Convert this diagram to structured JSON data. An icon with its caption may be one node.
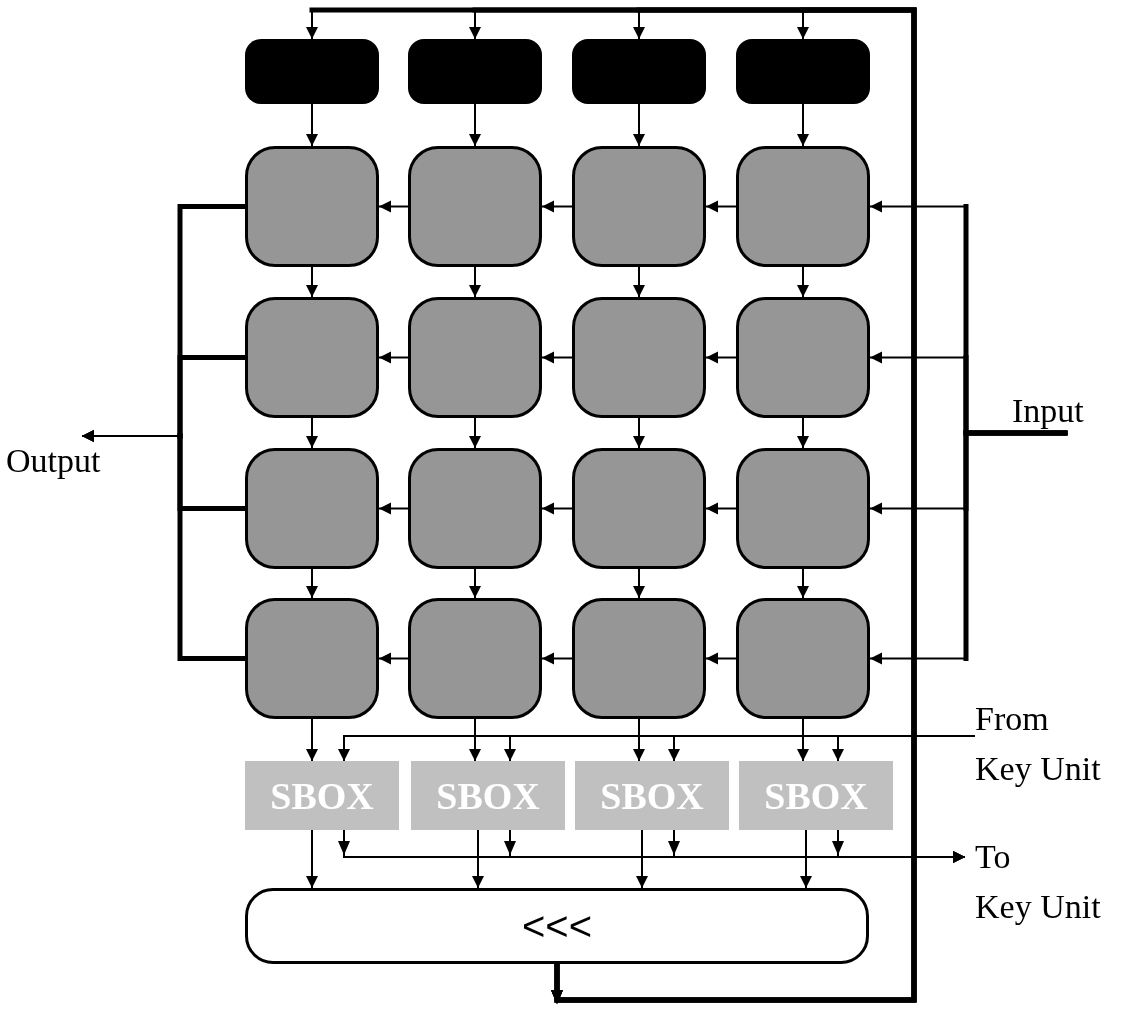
{
  "diagram": {
    "nodes": [
      {
        "text": [],
        "shape": "box"
      },
      {
        "text": [],
        "shape": "box"
      },
      {
        "text": [],
        "shape": "box"
      },
      {
        "text": [],
        "shape": "box"
      },
      {
        "text": [],
        "shape": "box"
      },
      {
        "text": [],
        "shape": "box"
      },
      {
        "text": [],
        "shape": "box"
      },
      {
        "text": [],
        "shape": "box"
      },
      {
        "text": [],
        "shape": "box"
      },
      {
        "text": [],
        "shape": "box"
      },
      {
        "text": [],
        "shape": "box"
      },
      {
        "text": [],
        "shape": "box"
      },
      {
        "text": [],
        "shape": "box"
      },
      {
        "text": [],
        "shape": "box"
      },
      {
        "text": [],
        "shape": "box"
      },
      {
        "text": [],
        "shape": "box"
      },
      {
        "text": [],
        "shape": "box"
      },
      {
        "text": [],
        "shape": "box"
      },
      {
        "text": [],
        "shape": "box"
      },
      {
        "text": [],
        "shape": "box"
      },
      {
        "text": [
          "Input"
        ]
      },
      {
        "text": [
          "Output"
        ]
      },
      {
        "text": [
          "From Key Unit"
        ]
      },
      {
        "text": [
          "SBOX"
        ]
      },
      {
        "text": [
          "SBOX"
        ]
      },
      {
        "text": [
          "SBOX"
        ]
      },
      {
        "text": [
          "SBOX"
        ]
      },
      {
        "text": [
          "To Key Unit"
        ]
      },
      {
        "text": [
          "<<<"
        ]
      }
    ],
    "edges": [
      {
        "from": 28,
        "to": 0,
        "arrow": "to",
        "style": "thick"
      },
      {
        "from": 28,
        "to": 1,
        "arrow": "to",
        "style": "thick"
      },
      {
        "from": 28,
        "to": 2,
        "arrow": "to",
        "style": "thick"
      },
      {
        "from": 28,
        "to": 3,
        "arrow": "to",
        "style": "thick"
      },
      {
        "from": 0,
        "to": 4,
        "arrow": "to"
      },
      {
        "from": 1,
        "to": 5,
        "arrow": "to"
      },
      {
        "from": 2,
        "to": 6,
        "arrow": "to"
      },
      {
        "from": 3,
        "to": 7,
        "arrow": "to"
      },
      {
        "from": 20,
        "to": 7,
        "arrow": "to",
        "style": "thick"
      },
      {
        "from": 7,
        "to": 6,
        "arrow": "to"
      },
      {
        "from": 6,
        "to": 5,
        "arrow": "to"
      },
      {
        "from": 5,
        "to": 4,
        "arrow": "to"
      },
      {
        "from": 4,
        "to": 21,
        "arrow": "to",
        "style": "thick"
      },
      {
        "from": 20,
        "to": 11,
        "arrow": "to",
        "style": "thick"
      },
      {
        "from": 11,
        "to": 10,
        "arrow": "to"
      },
      {
        "from": 10,
        "to": 9,
        "arrow": "to"
      },
      {
        "from": 9,
        "to": 8,
        "arrow": "to"
      },
      {
        "from": 8,
        "to": 21,
        "arrow": "to",
        "style": "thick"
      },
      {
        "from": 20,
        "to": 15,
        "arrow": "to",
        "style": "thick"
      },
      {
        "from": 15,
        "to": 14,
        "arrow": "to"
      },
      {
        "from": 14,
        "to": 13,
        "arrow": "to"
      },
      {
        "from": 13,
        "to": 12,
        "arrow": "to"
      },
      {
        "from": 12,
        "to": 21,
        "arrow": "to",
        "style": "thick"
      },
      {
        "from": 20,
        "to": 19,
        "arrow": "to",
        "style": "thick"
      },
      {
        "from": 19,
        "to": 18,
        "arrow": "to"
      },
      {
        "from": 18,
        "to": 17,
        "arrow": "to"
      },
      {
        "from": 17,
        "to": 16,
        "arrow": "to"
      },
      {
        "from": 16,
        "to": 21,
        "arrow": "to",
        "style": "thick"
      },
      {
        "from": 4,
        "to": 8,
        "arrow": "to"
      },
      {
        "from": 5,
        "to": 9,
        "arrow": "to"
      },
      {
        "from": 6,
        "to": 10,
        "arrow": "to"
      },
      {
        "from": 7,
        "to": 11,
        "arrow": "to"
      },
      {
        "from": 8,
        "to": 12,
        "arrow": "to"
      },
      {
        "from": 9,
        "to": 13,
        "arrow": "to"
      },
      {
        "from": 10,
        "to": 14,
        "arrow": "to"
      },
      {
        "from": 11,
        "to": 15,
        "arrow": "to"
      },
      {
        "from": 12,
        "to": 16,
        "arrow": "to"
      },
      {
        "from": 13,
        "to": 17,
        "arrow": "to"
      },
      {
        "from": 14,
        "to": 18,
        "arrow": "to"
      },
      {
        "from": 15,
        "to": 19,
        "arrow": "to"
      },
      {
        "from": 16,
        "to": 23,
        "arrow": "to"
      },
      {
        "from": 17,
        "to": 24,
        "arrow": "to"
      },
      {
        "from": 18,
        "to": 25,
        "arrow": "to"
      },
      {
        "from": 19,
        "to": 26,
        "arrow": "to"
      },
      {
        "from": 22,
        "to": 23,
        "arrow": "to"
      },
      {
        "from": 22,
        "to": 24,
        "arrow": "to"
      },
      {
        "from": 22,
        "to": 25,
        "arrow": "to"
      },
      {
        "from": 22,
        "to": 26,
        "arrow": "to"
      },
      {
        "from": 23,
        "to": 27,
        "arrow": "to"
      },
      {
        "from": 24,
        "to": 27,
        "arrow": "to"
      },
      {
        "from": 25,
        "to": 27,
        "arrow": "to"
      },
      {
        "from": 26,
        "to": 27,
        "arrow": "to"
      },
      {
        "from": 23,
        "to": 28,
        "arrow": "to"
      },
      {
        "from": 24,
        "to": 28,
        "arrow": "to"
      },
      {
        "from": 25,
        "to": 28,
        "arrow": "to"
      },
      {
        "from": 26,
        "to": 28,
        "arrow": "to"
      }
    ]
  }
}
